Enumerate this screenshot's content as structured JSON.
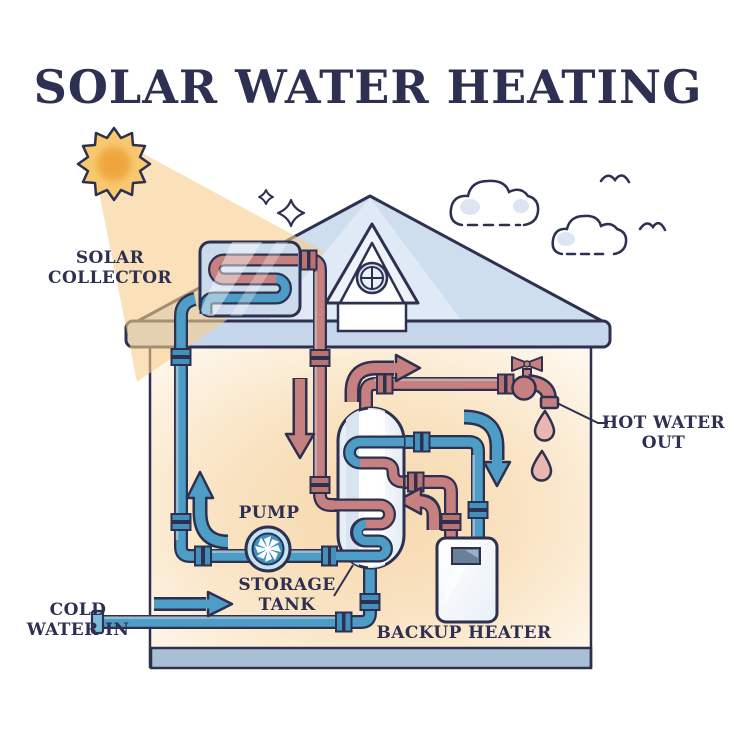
{
  "title": "SOLAR WATER HEATING",
  "labels": {
    "solar_collector": [
      "SOLAR",
      "COLLECTOR"
    ],
    "pump": "PUMP",
    "storage_tank": [
      "STORAGE",
      "TANK"
    ],
    "cold_water_in": [
      "COLD",
      "WATER IN"
    ],
    "backup_heater": "BACKUP HEATER",
    "hot_water_out": [
      "HOT WATER",
      "OUT"
    ]
  },
  "icons": {
    "sun": "sun-icon",
    "sunbeam": "sunbeam-icon",
    "sparkle": "sparkle-icon",
    "cloud": "cloud-icon",
    "bird": "bird-icon",
    "pump": "pump-impeller-icon",
    "faucet": "faucet-icon",
    "valve": "valve-handle-icon",
    "water_drop": "water-drop-icon",
    "arrow": "flow-arrow-icon"
  },
  "palette": {
    "outline": "#2e3050",
    "text": "#2e3052",
    "blue_pipe": "#4d9dc7",
    "blue_coupler": "#4390bc",
    "blue_light": "#a8d8ee",
    "red_pipe": "#c5807f",
    "red_coupler": "#b97371",
    "roof": "#cfdeef",
    "roof_light": "#e0eaf6",
    "fascia": "#c6d7ec",
    "interior_warm": "#f6d8ad",
    "interior_cream": "#fdf3e3",
    "foundation": "#a9bfd3",
    "sun_outer": "#f7c86e",
    "sun_inner": "#efa843",
    "beam": "#f8cd8a",
    "glass": "#cbdbec",
    "drop_pink": "#eab6b2",
    "white": "#ffffff"
  }
}
